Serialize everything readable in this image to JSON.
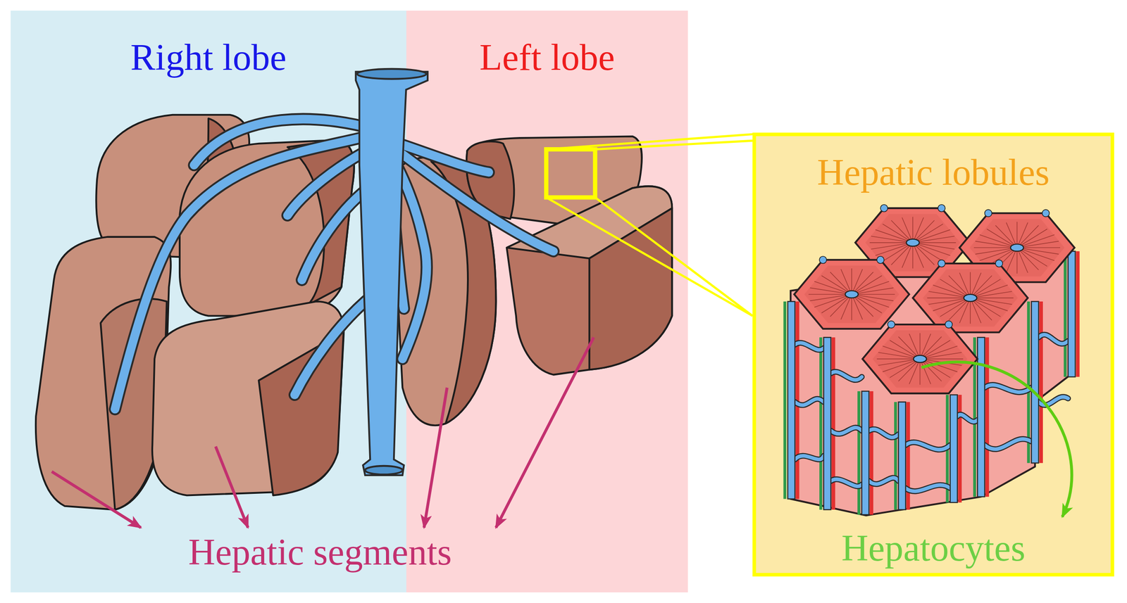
{
  "diagram": {
    "nodes": [
      {
        "text": [
          "Right lobe"
        ]
      },
      {
        "text": [
          "Left lobe"
        ]
      },
      {
        "text": [
          "Hepatic lobules",
          "Hepatocytes"
        ]
      }
    ],
    "labels": [
      "Hepatic segments"
    ]
  }
}
